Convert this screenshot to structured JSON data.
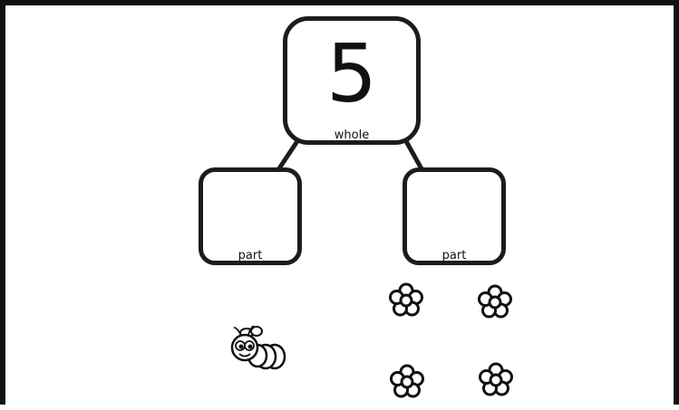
{
  "whole": {
    "value": "5",
    "label": "whole"
  },
  "parts": [
    {
      "label": "part"
    },
    {
      "label": "part"
    }
  ],
  "counters": {
    "flowers": 4,
    "bee": 1
  },
  "icons": {
    "flower": "flower-icon",
    "bee": "bee-icon"
  },
  "colors": {
    "border": "#111111",
    "background": "#ffffff"
  }
}
